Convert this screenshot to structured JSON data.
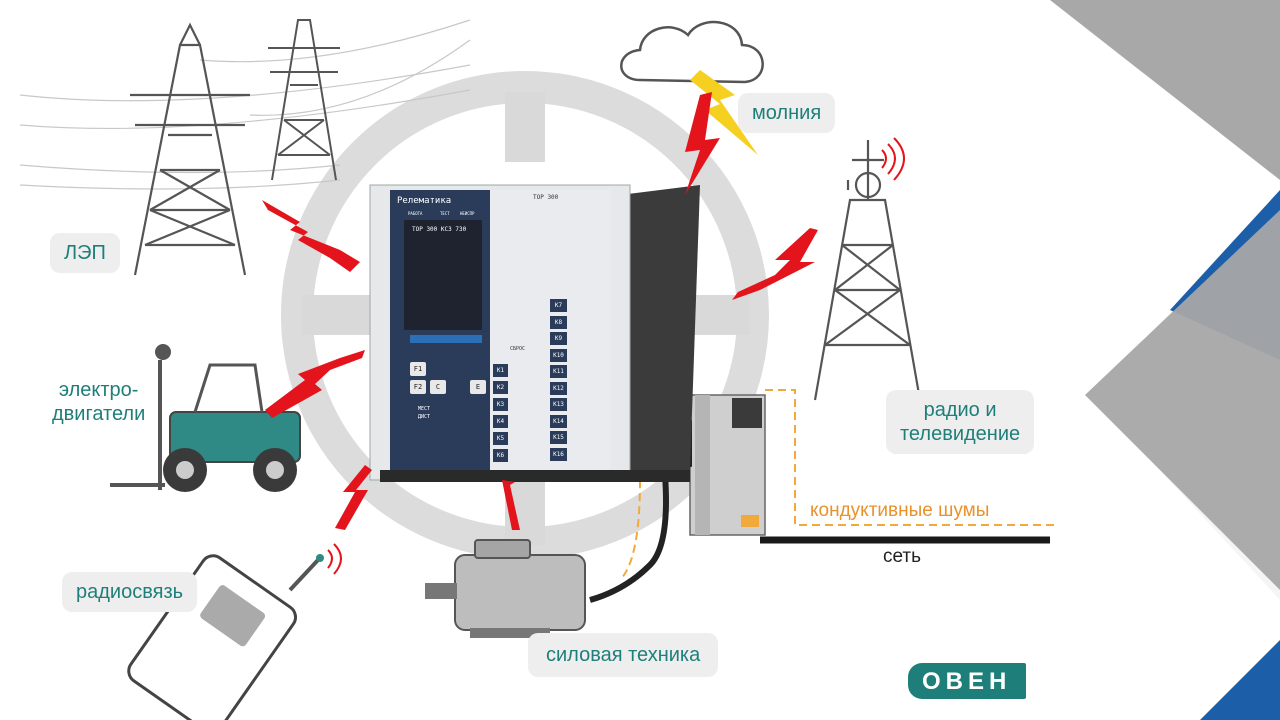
{
  "labels": {
    "power_lines": "ЛЭП",
    "lightning": "молния",
    "motors": "электро-\nдвигатели",
    "radio_tv": "радио и\nтелевидение",
    "radio_comm": "радиосвязь",
    "power_equipment": "силовая техника",
    "conducted_noise": "кондуктивные шумы",
    "network": "сеть"
  },
  "device": {
    "brand": "Релематика",
    "model": "ТОР 300",
    "screen_title": "ТОР 300 КСЗ 730",
    "panel_title": "ТОР 300",
    "status_labels": [
      "РАБОТА",
      "ТЕСТ",
      "НЕИСПР"
    ],
    "f_keys": [
      "F1",
      "F2",
      "C",
      "E"
    ],
    "switch_labels": [
      "МЕСТ",
      "ДИСТ"
    ],
    "reset_label": "СБРОС",
    "relay_left": [
      "К1",
      "К2",
      "К3",
      "К4",
      "К5",
      "К6"
    ],
    "relay_right": [
      "К7",
      "К8",
      "К9",
      "К10",
      "К11",
      "К12",
      "К13",
      "К14",
      "К15",
      "К16"
    ]
  },
  "brand_logo": "ОВЕН",
  "colors": {
    "teal": "#1e7f7a",
    "bolt_red": "#e3141b",
    "lightning_yellow": "#f5d020",
    "accent_blue": "#1c5fa8",
    "accent_grey": "#a6a6a6",
    "noise_orange": "#f2a93b",
    "screen_blue": "#2c6fb4",
    "button_orange": "#e9922b"
  }
}
